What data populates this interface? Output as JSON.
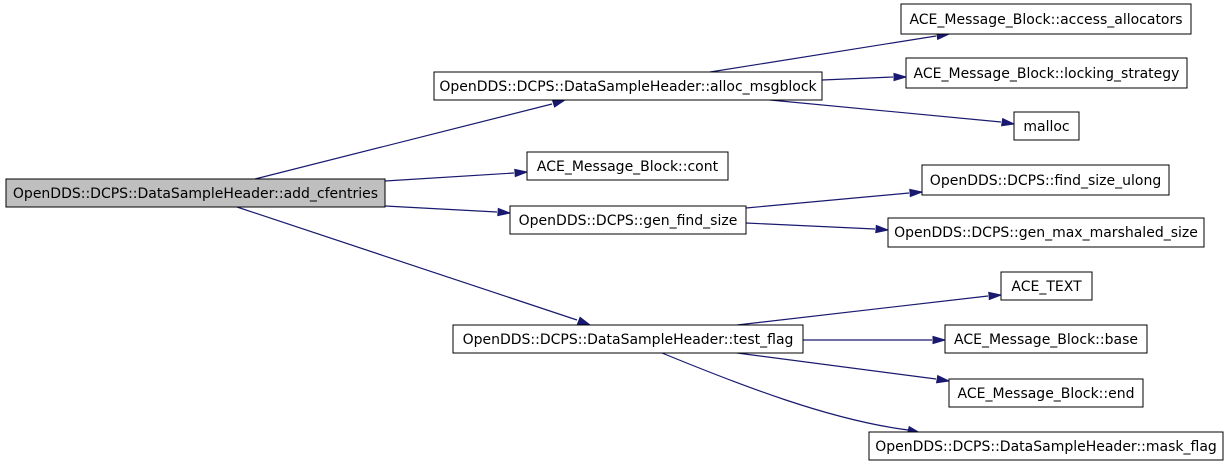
{
  "colors": {
    "edge": "#191970",
    "root_fill": "#bfbfbf",
    "node_fill": "#ffffff",
    "node_border": "#000000"
  },
  "nodes": {
    "add_cfentries": "OpenDDS::DCPS::DataSampleHeader::add_cfentries",
    "alloc_msgblock": "OpenDDS::DCPS::DataSampleHeader::alloc_msgblock",
    "cont": "ACE_Message_Block::cont",
    "gen_find_size": "OpenDDS::DCPS::gen_find_size",
    "test_flag": "OpenDDS::DCPS::DataSampleHeader::test_flag",
    "access_allocators": "ACE_Message_Block::access_allocators",
    "locking_strategy": "ACE_Message_Block::locking_strategy",
    "malloc": "malloc",
    "find_size_ulong": "OpenDDS::DCPS::find_size_ulong",
    "gen_max_marshaled_size": "OpenDDS::DCPS::gen_max_marshaled_size",
    "ace_text": "ACE_TEXT",
    "base": "ACE_Message_Block::base",
    "end": "ACE_Message_Block::end",
    "mask_flag": "OpenDDS::DCPS::DataSampleHeader::mask_flag"
  },
  "edges": [
    [
      "add_cfentries",
      "alloc_msgblock"
    ],
    [
      "add_cfentries",
      "cont"
    ],
    [
      "add_cfentries",
      "gen_find_size"
    ],
    [
      "add_cfentries",
      "test_flag"
    ],
    [
      "alloc_msgblock",
      "access_allocators"
    ],
    [
      "alloc_msgblock",
      "locking_strategy"
    ],
    [
      "alloc_msgblock",
      "malloc"
    ],
    [
      "gen_find_size",
      "find_size_ulong"
    ],
    [
      "gen_find_size",
      "gen_max_marshaled_size"
    ],
    [
      "test_flag",
      "ace_text"
    ],
    [
      "test_flag",
      "base"
    ],
    [
      "test_flag",
      "end"
    ],
    [
      "test_flag",
      "mask_flag"
    ]
  ]
}
